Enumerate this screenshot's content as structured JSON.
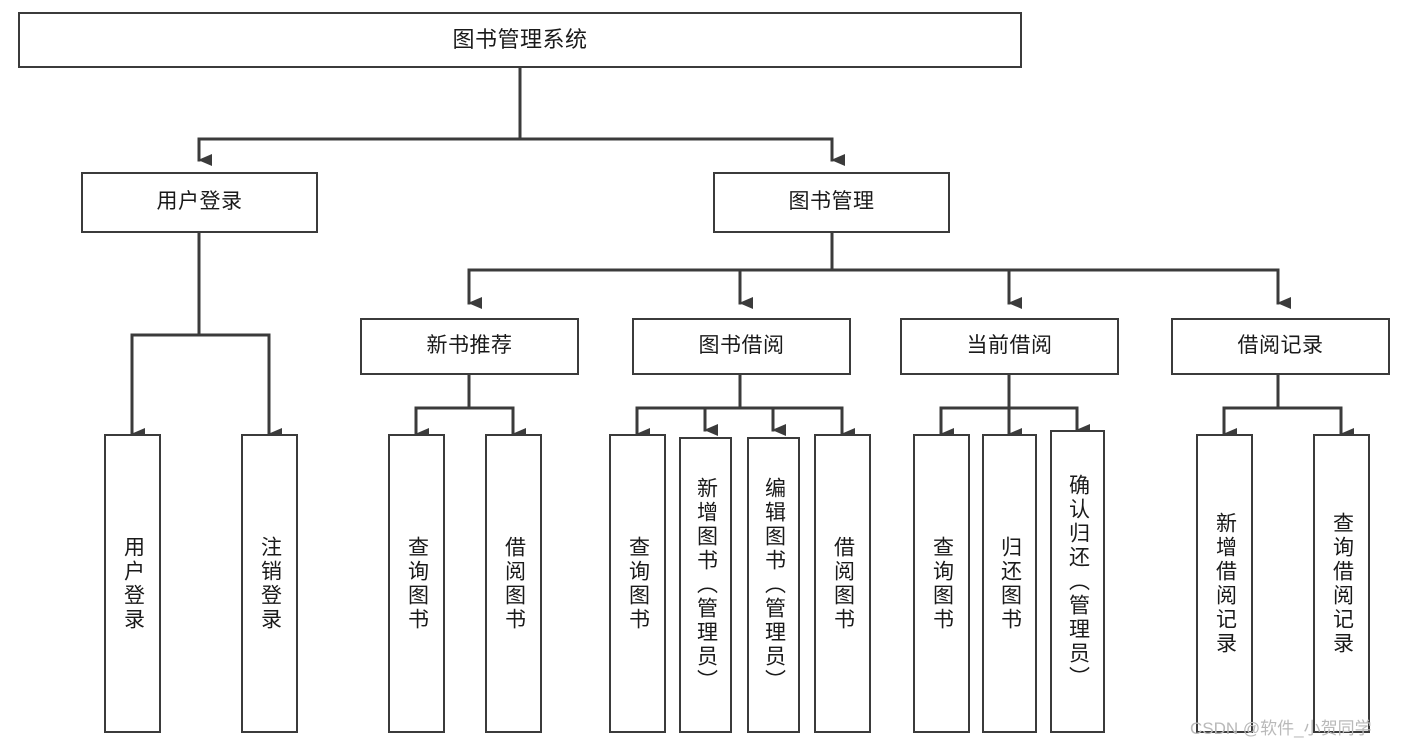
{
  "diagram": {
    "title": "图书管理系统",
    "type": "functional-decomposition-tree",
    "nodes": {
      "root": {
        "label": "图书管理系统"
      },
      "level2": [
        {
          "id": "user-login",
          "label": "用户登录"
        },
        {
          "id": "book-management",
          "label": "图书管理"
        }
      ],
      "level3": [
        {
          "id": "new-book-recommend",
          "label": "新书推荐"
        },
        {
          "id": "book-borrow",
          "label": "图书借阅"
        },
        {
          "id": "current-borrow",
          "label": "当前借阅"
        },
        {
          "id": "borrow-record",
          "label": "借阅记录"
        }
      ],
      "leaves": {
        "user-login": [
          {
            "id": "leaf-user-login",
            "label": "用户登录"
          },
          {
            "id": "leaf-user-logout",
            "label": "注销登录"
          }
        ],
        "new-book-recommend": [
          {
            "id": "leaf-query-book-1",
            "label": "查询图书"
          },
          {
            "id": "leaf-borrow-book-1",
            "label": "借阅图书"
          }
        ],
        "book-borrow": [
          {
            "id": "leaf-query-book-2",
            "label": "查询图书"
          },
          {
            "id": "leaf-add-book-admin",
            "label": "新增图书（管理员）"
          },
          {
            "id": "leaf-edit-book-admin",
            "label": "编辑图书（管理员）"
          },
          {
            "id": "leaf-borrow-book-2",
            "label": "借阅图书"
          }
        ],
        "current-borrow": [
          {
            "id": "leaf-query-book-3",
            "label": "查询图书"
          },
          {
            "id": "leaf-return-book",
            "label": "归还图书"
          },
          {
            "id": "leaf-confirm-return-admin",
            "label": "确认归还（管理员）"
          }
        ],
        "borrow-record": [
          {
            "id": "leaf-add-borrow-record",
            "label": "新增借阅记录"
          },
          {
            "id": "leaf-query-borrow-record",
            "label": "查询借阅记录"
          }
        ]
      }
    },
    "colors": {
      "stroke": "#3b3b3b",
      "fill": "#ffffff",
      "text": "#1a1a1a",
      "watermark": "#b9b9b9",
      "background": "#ffffff"
    }
  },
  "watermark": {
    "text": "CSDN @软件_小贺同学"
  }
}
